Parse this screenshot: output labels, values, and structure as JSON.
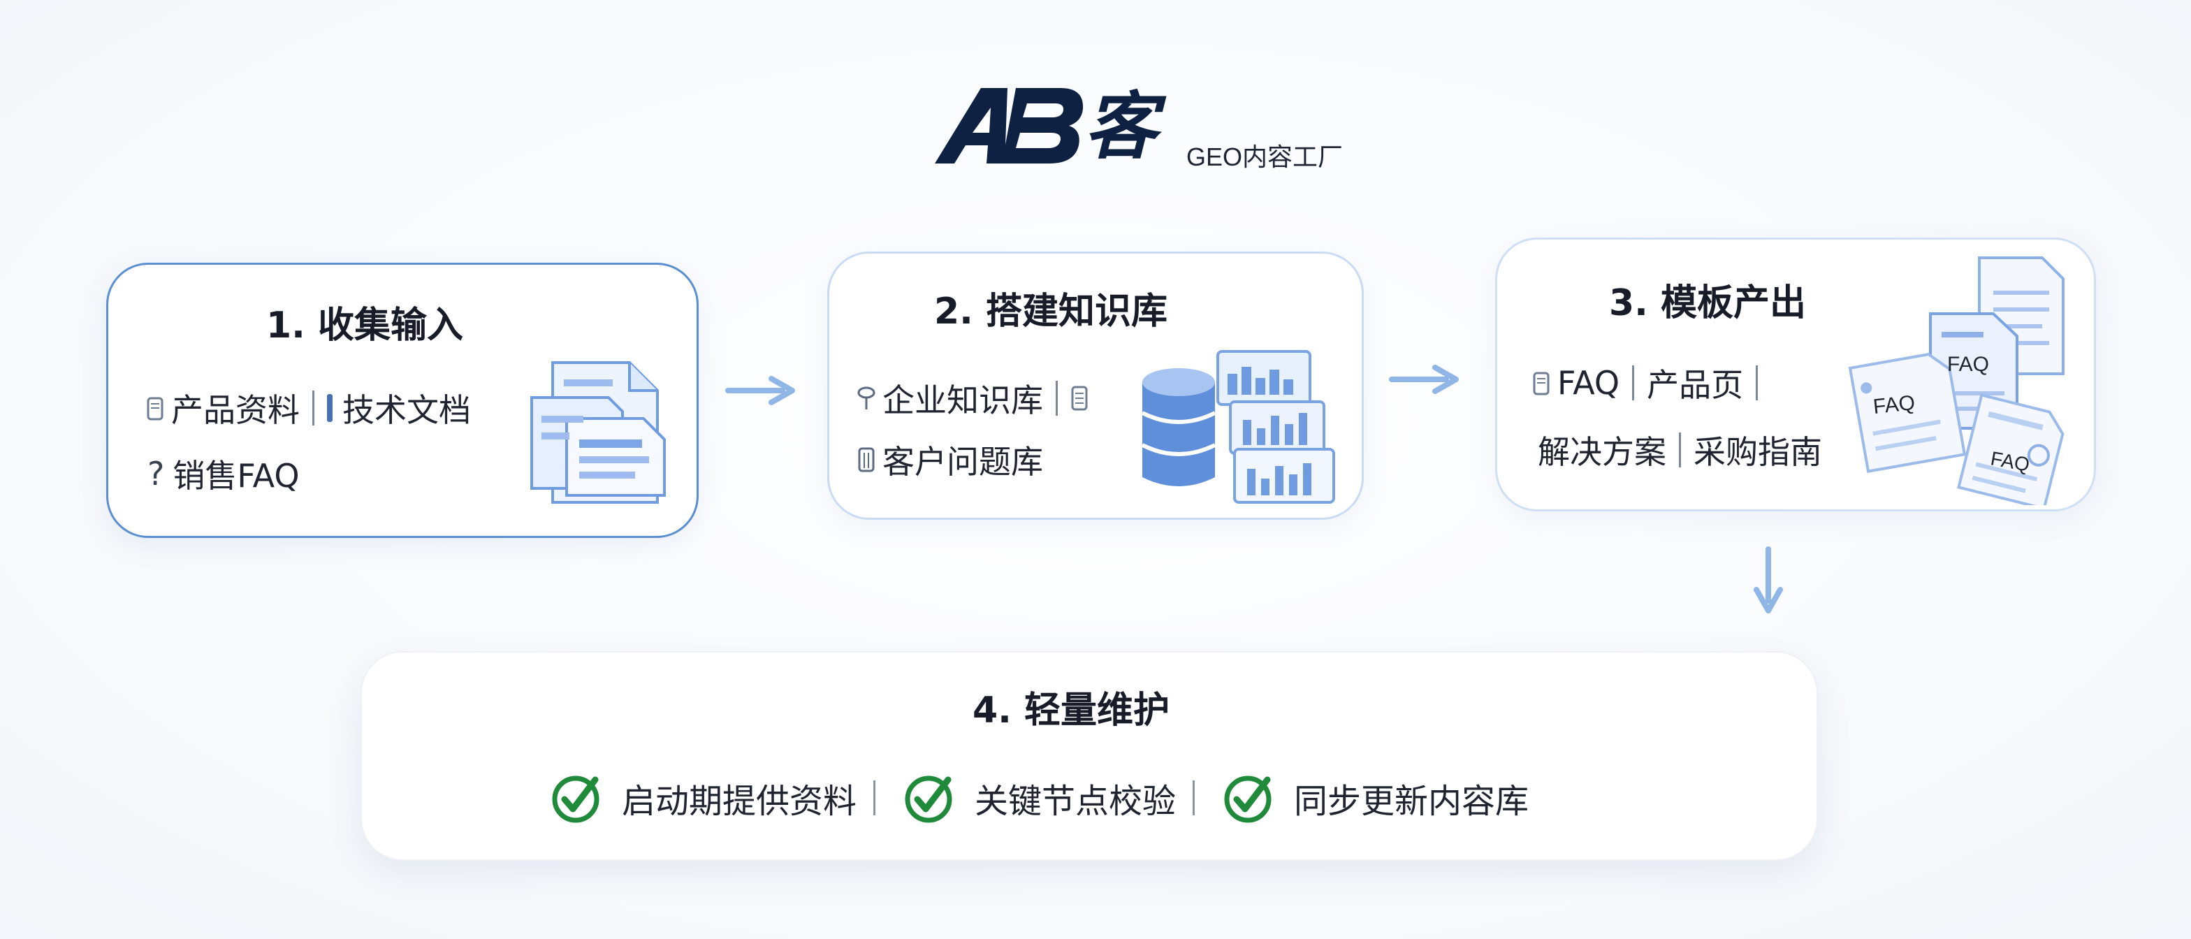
{
  "logo": {
    "brand": "AB客",
    "subtitle": "GEO内容工厂"
  },
  "steps": [
    {
      "title": "1. 收集输入",
      "items": [
        "产品资料",
        "技术文档",
        "销售FAQ"
      ]
    },
    {
      "title": "2. 搭建知识库",
      "items": [
        "企业知识库",
        "客户问题库"
      ]
    },
    {
      "title": "3. 模板产出",
      "items": [
        "FAQ",
        "产品页",
        "解决方案",
        "采购指南"
      ],
      "doc_labels": [
        "FAQ",
        "FAQ",
        "FAQ"
      ]
    },
    {
      "title": "4. 轻量维护",
      "items": [
        "启动期提供资料",
        "关键节点校验",
        "同步更新内容库"
      ]
    }
  ],
  "colors": {
    "brand_navy": "#0f2142",
    "accent_blue": "#5b8fd0",
    "arrow_blue": "#8fb6e6",
    "check_green": "#1f8a3a",
    "illus_blue": "#6f9be0"
  },
  "icons": [
    "document-stack-icon",
    "database-icon",
    "faq-documents-icon",
    "check-circle-icon",
    "arrow-right-icon",
    "arrow-down-icon"
  ]
}
